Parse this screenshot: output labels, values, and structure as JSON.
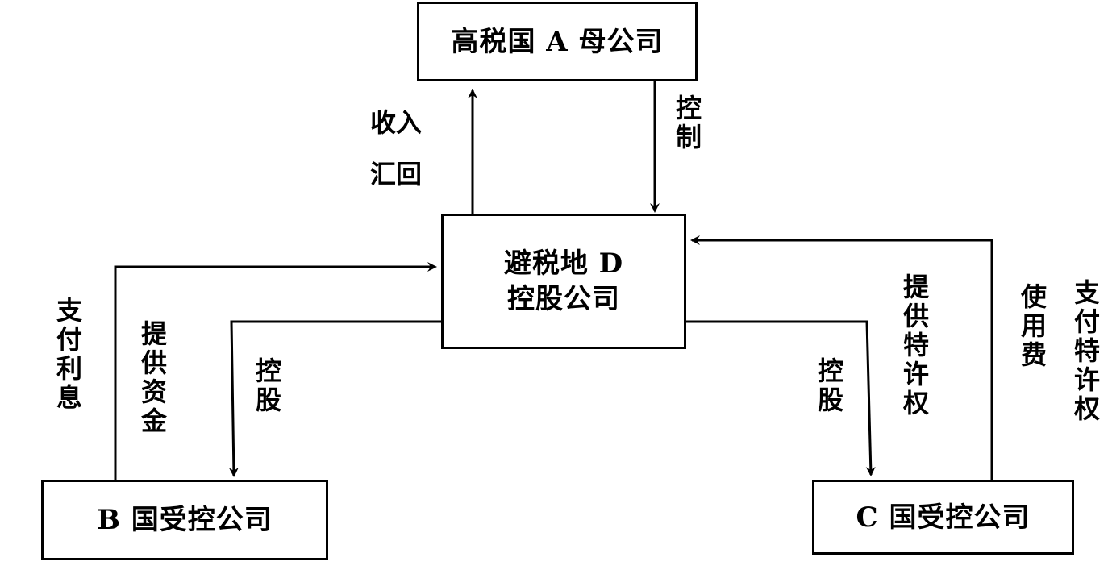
{
  "nodes": {
    "parent": "高税国 A 母公司",
    "holding_line1": "避税地 D",
    "holding_line2": "控股公司",
    "b_sub": "B 国受控公司",
    "c_sub": "C 国受控公司"
  },
  "edges": {
    "income_line1": "收入",
    "income_line2": "汇回",
    "control": "控制",
    "b_pay_interest": "支付利息",
    "b_provide_funds": "提供资金",
    "b_holding": "控股",
    "c_holding": "控股",
    "c_provide_franchise": "提供特许权",
    "c_fee_col1": "使用费",
    "c_fee_col2": "支付特许权"
  }
}
